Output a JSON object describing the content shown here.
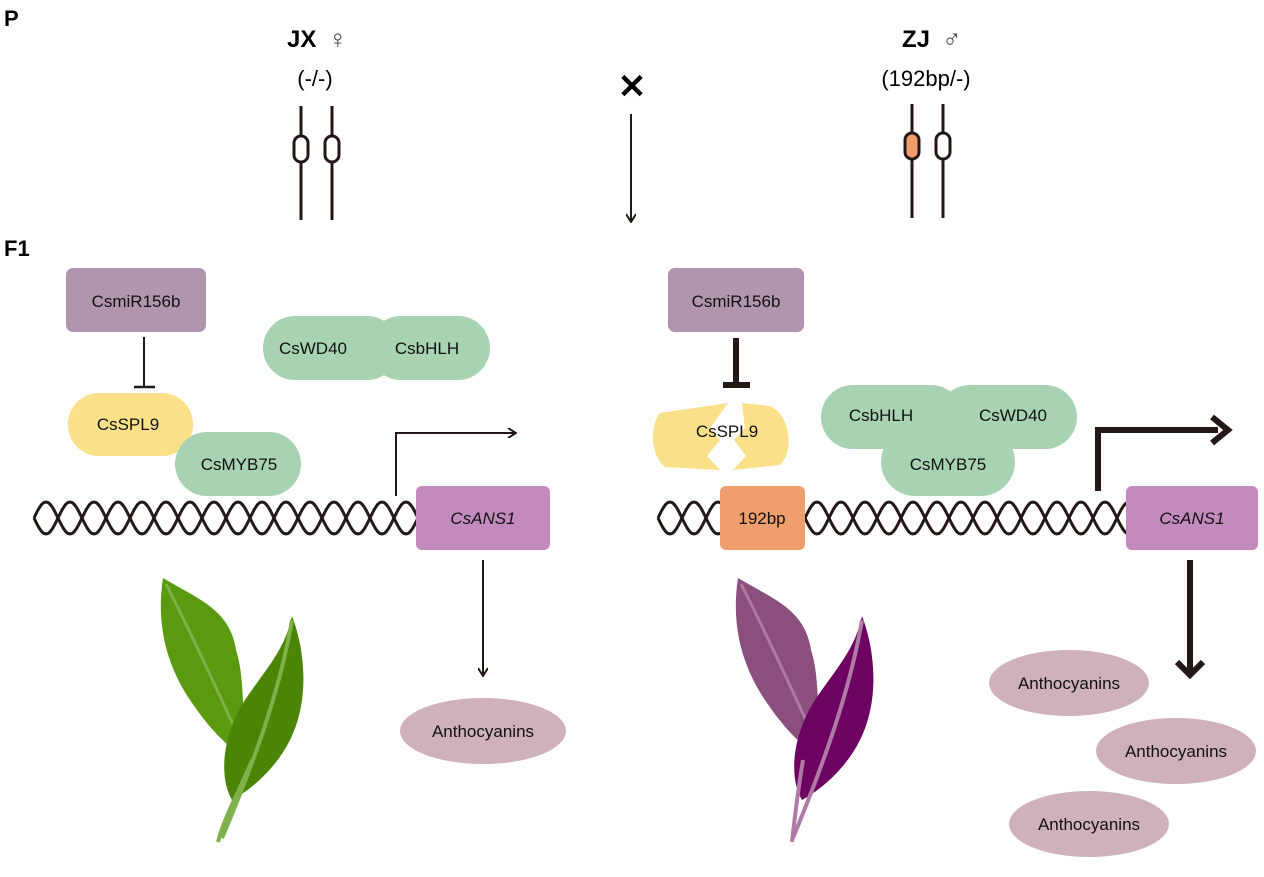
{
  "sections": {
    "parental_label": "P",
    "f1_label": "F1"
  },
  "parents": {
    "female": {
      "name": "JX",
      "sex_symbol": "♀",
      "genotype": "(-/-)"
    },
    "male": {
      "name": "ZJ",
      "sex_symbol": "♂",
      "genotype": "(192bp/-)"
    },
    "cross_symbol": "✕"
  },
  "f1_left": {
    "mirna": "CsmiR156b",
    "spl": "CsSPL9",
    "wd40": "CsWD40",
    "bhlh": "CsbHLH",
    "myb": "CsMYB75",
    "gene": "CsANS1",
    "product": "Anthocyanins"
  },
  "f1_right": {
    "mirna": "CsmiR156b",
    "spl": "CsSPL9",
    "bhlh": "CsbHLH",
    "wd40": "CsWD40",
    "myb": "CsMYB75",
    "insertion": "192bp",
    "gene": "CsANS1",
    "products": [
      "Anthocyanins",
      "Anthocyanins",
      "Anthocyanins"
    ]
  },
  "colors": {
    "mirna": "#b195ad",
    "spl": "#f9e089",
    "mbw": "#a8d3b2",
    "gene": "#c38bbd",
    "insertion": "#ef9f6d",
    "product": "#ceb1b9",
    "line": "#231815",
    "green_leaf_light": "#5a9a0e",
    "green_leaf_dark": "#4a8505",
    "green_vein": "#7fb04a",
    "purple_leaf_light": "#8a4f7d",
    "purple_leaf_dark": "#6e0262",
    "purple_vein": "#b07aa5"
  }
}
